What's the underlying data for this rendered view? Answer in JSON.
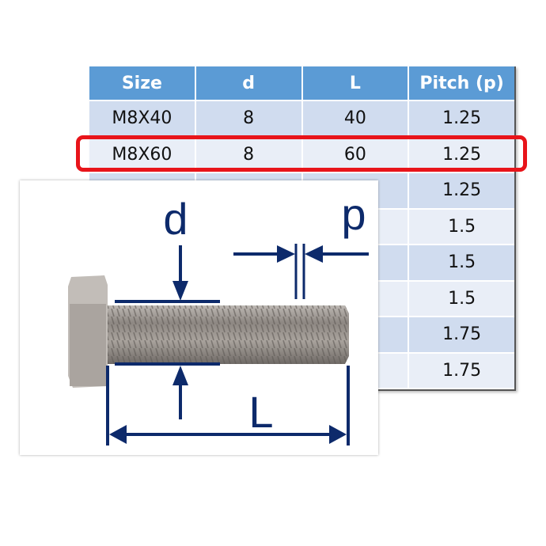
{
  "table": {
    "headers": [
      "Size",
      "d",
      "L",
      "Pitch (p)"
    ],
    "rows": [
      [
        "M8X40",
        "8",
        "40",
        "1.25"
      ],
      [
        "M8X60",
        "8",
        "60",
        "1.25"
      ],
      [
        "",
        "",
        "",
        "1.25"
      ],
      [
        "",
        "",
        "",
        "1.5"
      ],
      [
        "",
        "",
        "",
        "1.5"
      ],
      [
        "",
        "",
        "",
        "1.5"
      ],
      [
        "",
        "",
        "",
        "1.75"
      ],
      [
        "",
        "",
        "",
        "1.75"
      ]
    ],
    "highlighted_row": 1
  },
  "diagram": {
    "label_d": "d",
    "label_p": "p",
    "label_L": "L"
  },
  "colors": {
    "header": "#5b9bd5",
    "highlight": "#e8141a",
    "dimension": "#0d2a6b"
  }
}
